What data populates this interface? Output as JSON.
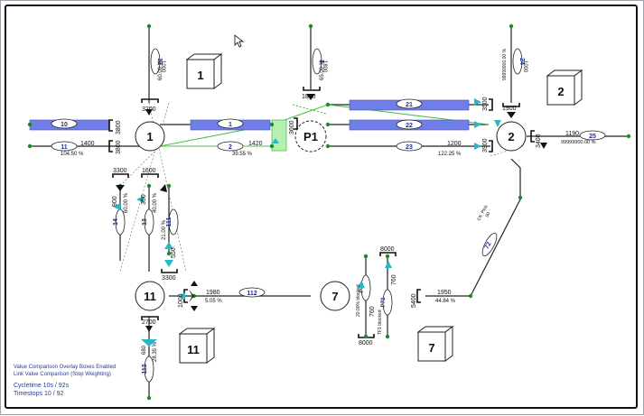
{
  "nodes": [
    {
      "id": "node-1",
      "label": "1",
      "kind": "station"
    },
    {
      "id": "node-p1",
      "label": "P1",
      "kind": "station"
    },
    {
      "id": "node-2",
      "label": "2",
      "kind": "station"
    },
    {
      "id": "node-11",
      "label": "11",
      "kind": "station"
    },
    {
      "id": "node-7",
      "label": "7",
      "kind": "station"
    }
  ],
  "cubes": [
    {
      "id": "cube-1",
      "label": "1"
    },
    {
      "id": "cube-2",
      "label": "2"
    },
    {
      "id": "cube-11",
      "label": "11"
    },
    {
      "id": "cube-7",
      "label": "7"
    }
  ],
  "link_labels": {
    "l10": "10",
    "l11": "11",
    "l1": "1",
    "l2": "2",
    "l21": "21",
    "l22": "22",
    "l23": "23",
    "l25": "25",
    "l12": "12",
    "l3": "3",
    "l24": "24",
    "l14": "14",
    "l13": "13",
    "l111": "111",
    "l112": "112",
    "l113": "113",
    "l72": "72",
    "lP71": "P71",
    "lP72": "P72"
  },
  "values": {
    "v3200": "3200",
    "v3800a": "3800",
    "v3800b": "3800",
    "v1400": "1400",
    "v10450": "104.50 %",
    "v1420": "1420",
    "v3955": "39.55 %",
    "v1800": "1800",
    "v3600": "3600",
    "v3500": "3500",
    "v1900": "1900",
    "v3900": "3900",
    "v1200": "1200",
    "v12225": "122.25 %",
    "v3400": "3400",
    "v1190": "1190",
    "v999": "99999900.00 %",
    "v3300a": "3300",
    "v1600": "1600",
    "v900": "900",
    "v350": "350",
    "v550": "550",
    "v3300b": "3300",
    "v1000": "1000",
    "v1980": "1980",
    "v505": "5.05 %",
    "v2700": "2700",
    "v8000a": "8000",
    "v8000b": "8000",
    "v5400": "5400",
    "v1950": "1950",
    "v4484": "44.84 %",
    "v760a": "760",
    "v760b": "760",
    "v12pct": "60.00 %",
    "v12num": "1000",
    "v3pct": "65.00 %",
    "v3num": "1800",
    "v24pct": "99999900.00 %",
    "v24num": "1000",
    "v14pct": "60.00 %",
    "v13pct": "40.00 %",
    "v111pct": "21.00 %",
    "v113pct": "28.35 %",
    "v113num": "680",
    "vP71": "20.00% blocked",
    "vP72": "TF1 blocked",
    "vcfr": "Cfr. Plcb",
    "v72num": "80"
  },
  "info": {
    "line1": "Value Comparison Overlay Boxes Enabled",
    "line2": "Link Value Comparison (Stop Weighting)",
    "line3": "Cycletime 10s / 92s",
    "line4": "Timestops 10 / 92"
  }
}
